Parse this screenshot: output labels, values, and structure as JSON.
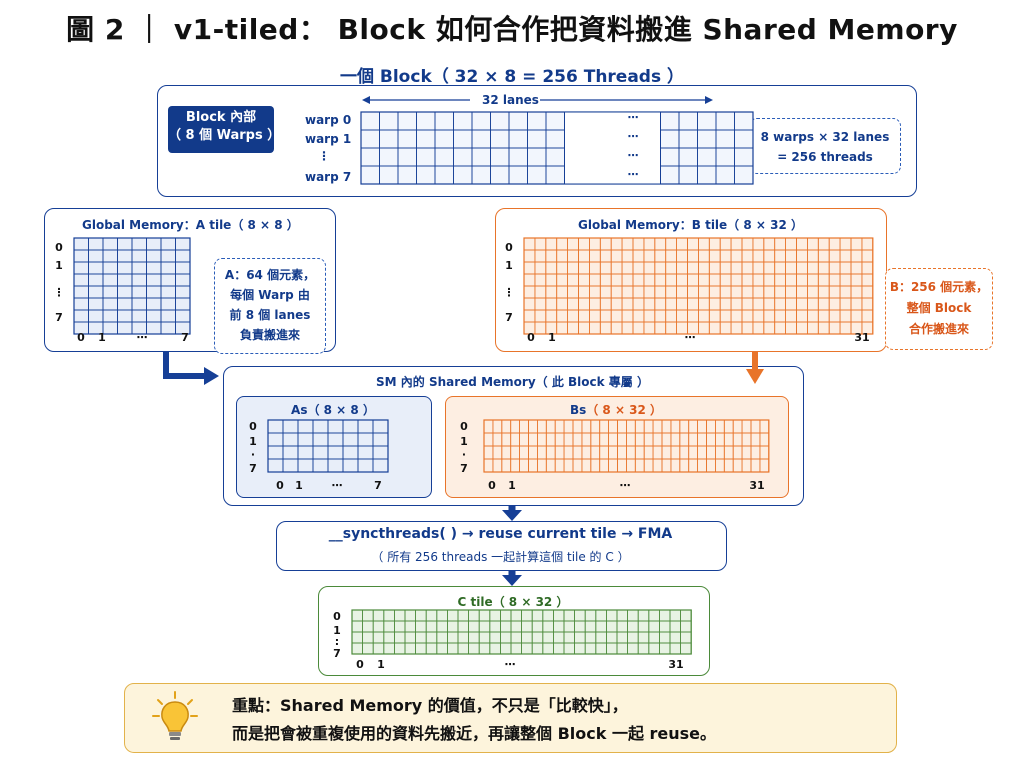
{
  "title": "圖 2 ｜ v1-tiled： Block 如何合作把資料搬進 Shared Memory",
  "block": {
    "heading": "一個 Block（ 32 × 8 = 256 Threads ）",
    "badge_line1": "Block 內部",
    "badge_line2": "（ 8 個 Warps ）",
    "lanes_label": "32 lanes",
    "warp_labels": [
      "warp 0",
      "warp 1",
      "⋮",
      "warp 7"
    ],
    "ellipsis": "⋯",
    "note_line1": "8 warps × 32 lanes",
    "note_line2": "= 256 threads"
  },
  "global_a": {
    "title": "Global Memory：A tile（ 8 × 8 ）",
    "row_labels": [
      "0",
      "1",
      "⋮",
      "7"
    ],
    "col_labels": [
      "0",
      "1",
      "⋯",
      "7"
    ],
    "note_line1": "A：64 個元素，",
    "note_line2": "每個 Warp 由",
    "note_line3": "前 8 個 lanes",
    "note_line4": "負責搬進來"
  },
  "global_b": {
    "title": "Global Memory：B tile（ 8 × 32 ）",
    "row_labels": [
      "0",
      "1",
      "⋮",
      "7"
    ],
    "col_labels": [
      "0",
      "1",
      "⋯",
      "31"
    ],
    "note_line1": "B：256 個元素，",
    "note_line2": "整個 Block",
    "note_line3": "合作搬進來"
  },
  "sm": {
    "title": "SM 內的 Shared Memory（ 此 Block 專屬 ）",
    "as_title": "As（ 8 × 8 ）",
    "bs_name": "Bs",
    "bs_dims": "（ 8 × 32 ）",
    "as_rows": [
      "0",
      "1",
      "·",
      "7"
    ],
    "as_cols": [
      "0",
      "1",
      "⋯",
      "7"
    ],
    "bs_rows": [
      "0",
      "1",
      "·",
      "7"
    ],
    "bs_cols": [
      "0",
      "1",
      "⋯",
      "31"
    ]
  },
  "sync": {
    "line1": "__syncthreads( ) → reuse current tile → FMA",
    "line2": "（ 所有 256 threads 一起計算這個 tile 的 C ）"
  },
  "c_tile": {
    "title": "C tile（ 8 × 32 ）",
    "row_labels": [
      "0",
      "1",
      ":",
      "7"
    ],
    "col_labels": [
      "0",
      "1",
      "⋯",
      "31"
    ]
  },
  "key_point": {
    "line1": "重點：Shared Memory 的價值，不只是「比較快」，",
    "line2": "而是把會被重複使用的資料先搬近，再讓整個 Block 一起 reuse。",
    "icon": "lightbulb-icon"
  },
  "colors": {
    "blue": "#163f96",
    "orange": "#e8742a",
    "green": "#4b8a3a",
    "blue_fill": "#e8eef9",
    "orange_fill": "#fdeee2",
    "green_fill": "#e8f3e4",
    "key_fill": "#fdf4dc"
  }
}
